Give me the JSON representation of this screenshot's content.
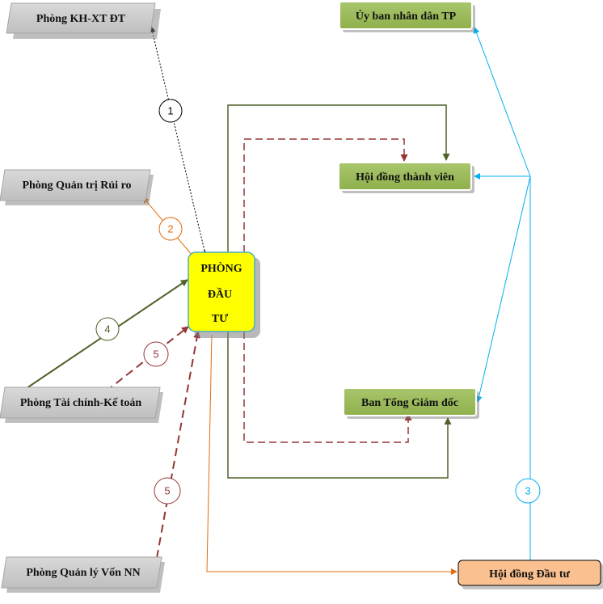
{
  "nodes": {
    "kh_xt_dt": "Phòng KH-XT ĐT",
    "quan_tri_rui_ro": "Phòng Quản trị Rủi ro",
    "tai_chinh_ke_toan": "Phòng Tài chính-Kế toán",
    "quan_ly_von_nn": "Phòng Quản lý Vốn NN",
    "uy_ban_nhan_dan_tp": "Ủy ban nhân dân TP",
    "hoi_dong_thanh_vien": "Hội đồng thành viên",
    "ban_tong_giam_doc": "Ban Tổng Giám đốc",
    "hoi_dong_dau_tu": "Hội đồng Đầu tư",
    "phong_dau_tu": [
      "PHÒNG",
      "ĐẦU",
      "TƯ"
    ]
  },
  "flow_labels": {
    "n1": "1",
    "n2": "2",
    "n3": "3",
    "n4": "4",
    "n5a": "5",
    "n5b": "5"
  },
  "colors": {
    "gray_box": "#c0c0c0",
    "green_box": "#9bbb59",
    "orange_box": "#fac090",
    "center_box": "#ffff00",
    "olive_line": "#4f6228",
    "dashed_red": "#953735",
    "orange_line": "#e46c0a",
    "blue_line": "#00b0f0",
    "dotted_black": "#000000"
  }
}
